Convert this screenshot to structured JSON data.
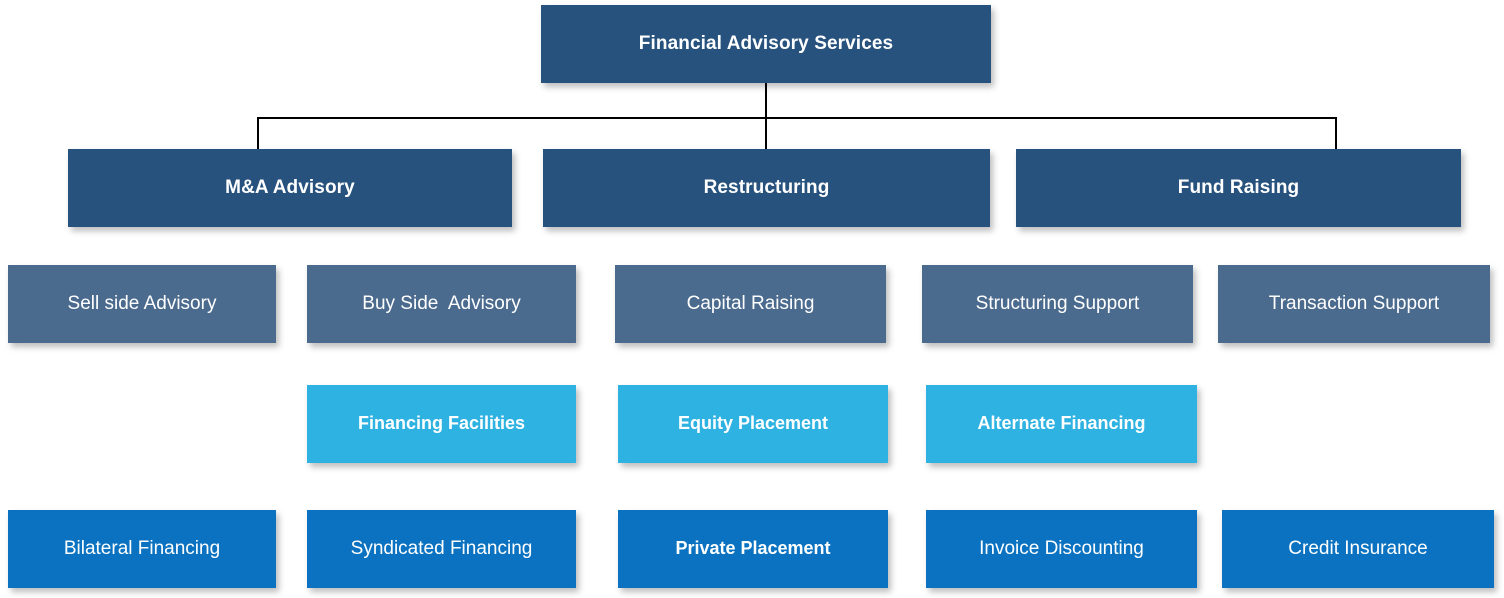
{
  "diagram": {
    "title": "Financial Advisory Services",
    "type": "organization-chart",
    "background_color": "#FFFFFF",
    "connector_color": "#000000"
  },
  "palette": {
    "navy": "#27527D",
    "slate": "#4A6A8E",
    "cyan": "#2DB2E2",
    "blue": "#0A72C0",
    "text": "#FFFFFF"
  },
  "root": {
    "label": "Financial Advisory Services"
  },
  "branches": [
    {
      "label": "M&A Advisory"
    },
    {
      "label": "Restructuring"
    },
    {
      "label": "Fund Raising"
    }
  ],
  "row_slate": [
    {
      "label": "Sell side Advisory"
    },
    {
      "label": "Buy Side  Advisory"
    },
    {
      "label": "Capital Raising"
    },
    {
      "label": "Structuring Support"
    },
    {
      "label": "Transaction Support"
    }
  ],
  "row_cyan": [
    {
      "label": "Financing Facilities"
    },
    {
      "label": "Equity Placement"
    },
    {
      "label": "Alternate Financing"
    }
  ],
  "row_blue": [
    {
      "label": "Bilateral Financing"
    },
    {
      "label": "Syndicated Financing"
    },
    {
      "label": "Private Placement"
    },
    {
      "label": "Invoice Discounting"
    },
    {
      "label": "Credit Insurance"
    }
  ]
}
